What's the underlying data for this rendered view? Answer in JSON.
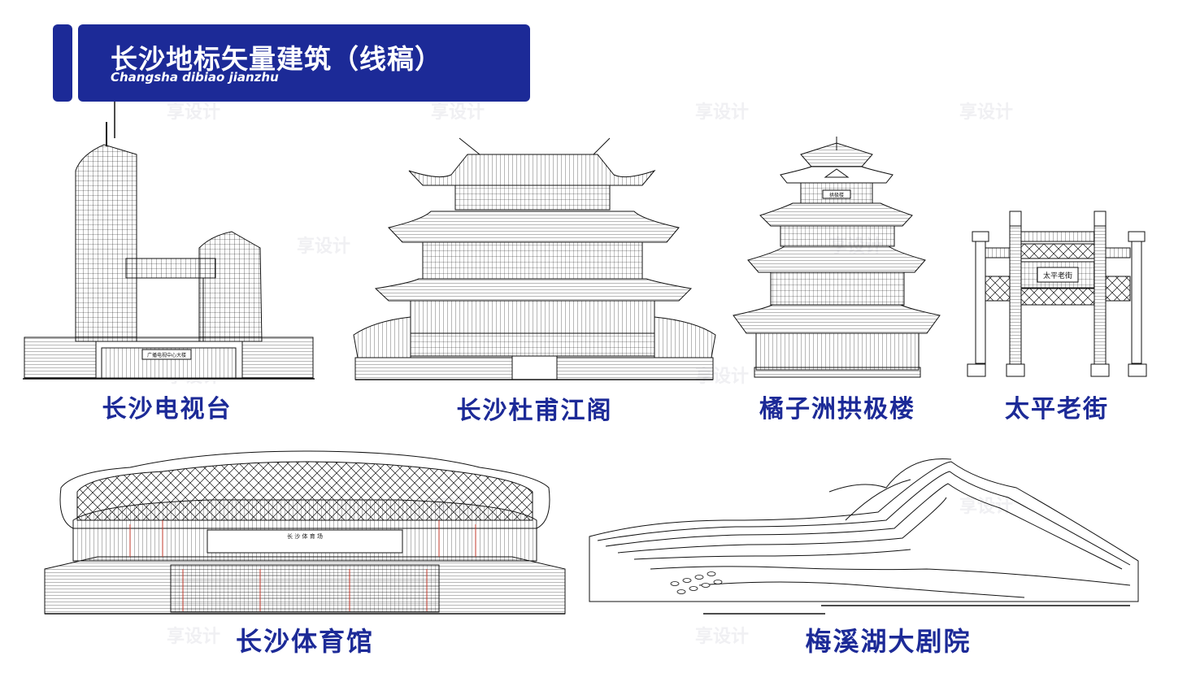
{
  "header": {
    "title": "长沙地标矢量建筑（线稿）",
    "subtitle": "Changsha dibiao jianzhu"
  },
  "landmarks": [
    {
      "name": "长沙电视台",
      "sign": "广播电视中心大楼"
    },
    {
      "name": "长沙杜甫江阁"
    },
    {
      "name": "橘子洲拱极楼",
      "sign": "拱极楼"
    },
    {
      "name": "太平老街",
      "sign": "太平老街"
    },
    {
      "name": "长沙体育馆",
      "sign": "长 沙 体 育 场"
    },
    {
      "name": "梅溪湖大剧院"
    }
  ],
  "watermark": "享设计",
  "colors": {
    "brand": "#1c2a97",
    "line": "#111111",
    "accent_red": "#c0392b"
  }
}
